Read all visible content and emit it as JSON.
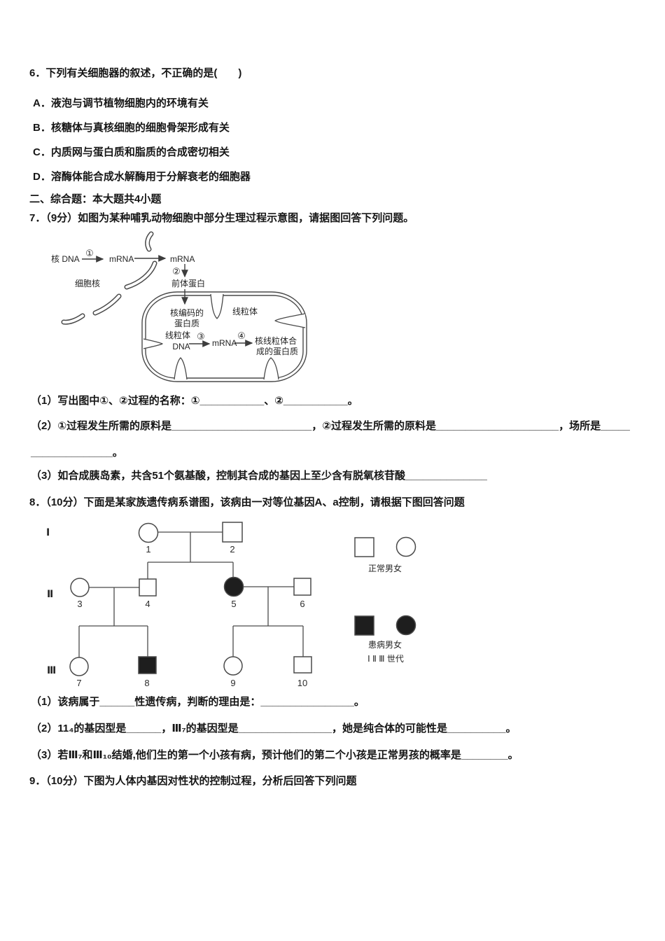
{
  "q6": {
    "stem": "6．下列有关细胞器的叙述，不正确的是(　　)",
    "options": [
      "A．液泡与调节植物细胞内的环境有关",
      "B．核糖体与真核细胞的细胞骨架形成有关",
      "C．内质网与蛋白质和脂质的合成密切相关",
      "D．溶酶体能合成水解酶用于分解衰老的细胞器"
    ]
  },
  "section2": {
    "heading": "二、综合题：本大题共4小题"
  },
  "q7": {
    "stem": "7．（9分）如图为某种哺乳动物细胞中部分生理过程示意图，请据图回答下列问题。",
    "diagram": {
      "nuclear_dna": "核 DNA",
      "step1": "①",
      "mrna1": "mRNA",
      "mrna2": "mRNA",
      "step2": "②",
      "precursor_protein": "前体蛋白",
      "nucleus": "细胞核",
      "nuclear_encoded_line1": "核编码的",
      "nuclear_encoded_line2": "蛋白质",
      "mitochondrion": "线粒体",
      "mito_dna_line1": "线粒体",
      "mito_dna_line2": "DNA",
      "step3": "③",
      "mrna3": "mRNA",
      "step4": "④",
      "mito_protein_line1": "核线粒体合",
      "mito_protein_line2": "成的蛋白质"
    },
    "sub1": "（1）写出图中①、②过程的名称：①___________、②___________。",
    "sub2a": "（2）①过程发生所需的原料是________________________，②过程发生所需的原料是_____________________，场所是_____",
    "sub2b": "______________。",
    "sub3": "（3）如合成胰岛素，共含51个氨基酸，控制其合成的基因上至少含有脱氧核苷酸______________"
  },
  "q8": {
    "stem": "8．（10分）下面是某家族遗传病系谱图，该病由一对等位基因A、a控制，请根据下图回答问题",
    "pedigree": {
      "generations": [
        "Ⅰ",
        "Ⅱ",
        "Ⅲ"
      ],
      "members": [
        {
          "label": "1",
          "sex": "female",
          "affected": false
        },
        {
          "label": "2",
          "sex": "male",
          "affected": false
        },
        {
          "label": "3",
          "sex": "female",
          "affected": false
        },
        {
          "label": "4",
          "sex": "male",
          "affected": false
        },
        {
          "label": "5",
          "sex": "female",
          "affected": true
        },
        {
          "label": "6",
          "sex": "male",
          "affected": false
        },
        {
          "label": "7",
          "sex": "female",
          "affected": false
        },
        {
          "label": "8",
          "sex": "male",
          "affected": true
        },
        {
          "label": "9",
          "sex": "female",
          "affected": false
        },
        {
          "label": "10",
          "sex": "male",
          "affected": false
        }
      ],
      "legend_normal": "正常男女",
      "legend_affected": "患病男女",
      "legend_generations": "Ⅰ Ⅱ Ⅲ 世代"
    },
    "sub1": "（1）该病属于______性遗传病，判断的理由是：________________。",
    "sub2": "（2）11₄的基因型是______，Ⅲ₇的基因型是________________，她是纯合体的可能性是__________。",
    "sub3": "（3）若Ⅲ₇和Ⅲ₁₀结婚,他们生的第一个小孩有病，预计他们的第二个小孩是正常男孩的概率是________。"
  },
  "q9": {
    "stem": "9．（10分）下图为人体内基因对性状的控制过程，分析后回答下列问题"
  }
}
